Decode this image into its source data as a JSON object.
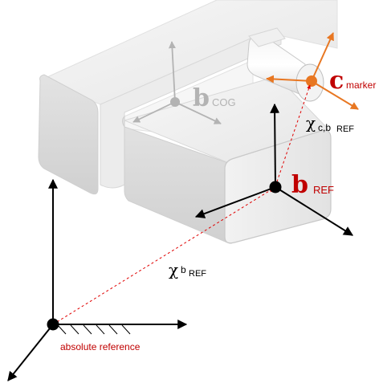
{
  "labels": {
    "b_cog_main": "b",
    "b_cog_sub": "COG",
    "c_marker_main": "c",
    "c_marker_sub": "marker",
    "b_ref_main": "b",
    "b_ref_sub": "REF",
    "chi_c_bref_symbol": "χ",
    "chi_c_bref_sub": "c,b",
    "chi_c_bref_subsub": "REF",
    "chi_bref_symbol": "χ",
    "chi_bref_sub": "b",
    "chi_bref_subsub": "REF",
    "absolute_reference": "absolute reference"
  },
  "colors": {
    "black_frame": "#000000",
    "cog_frame": "#b3b3b3",
    "marker_frame": "#e87722",
    "label_red": "#c00000",
    "vector_dashed": "#e00000",
    "body_fill": "#e9e9e9",
    "body_shadow": "#d4d4d4"
  }
}
